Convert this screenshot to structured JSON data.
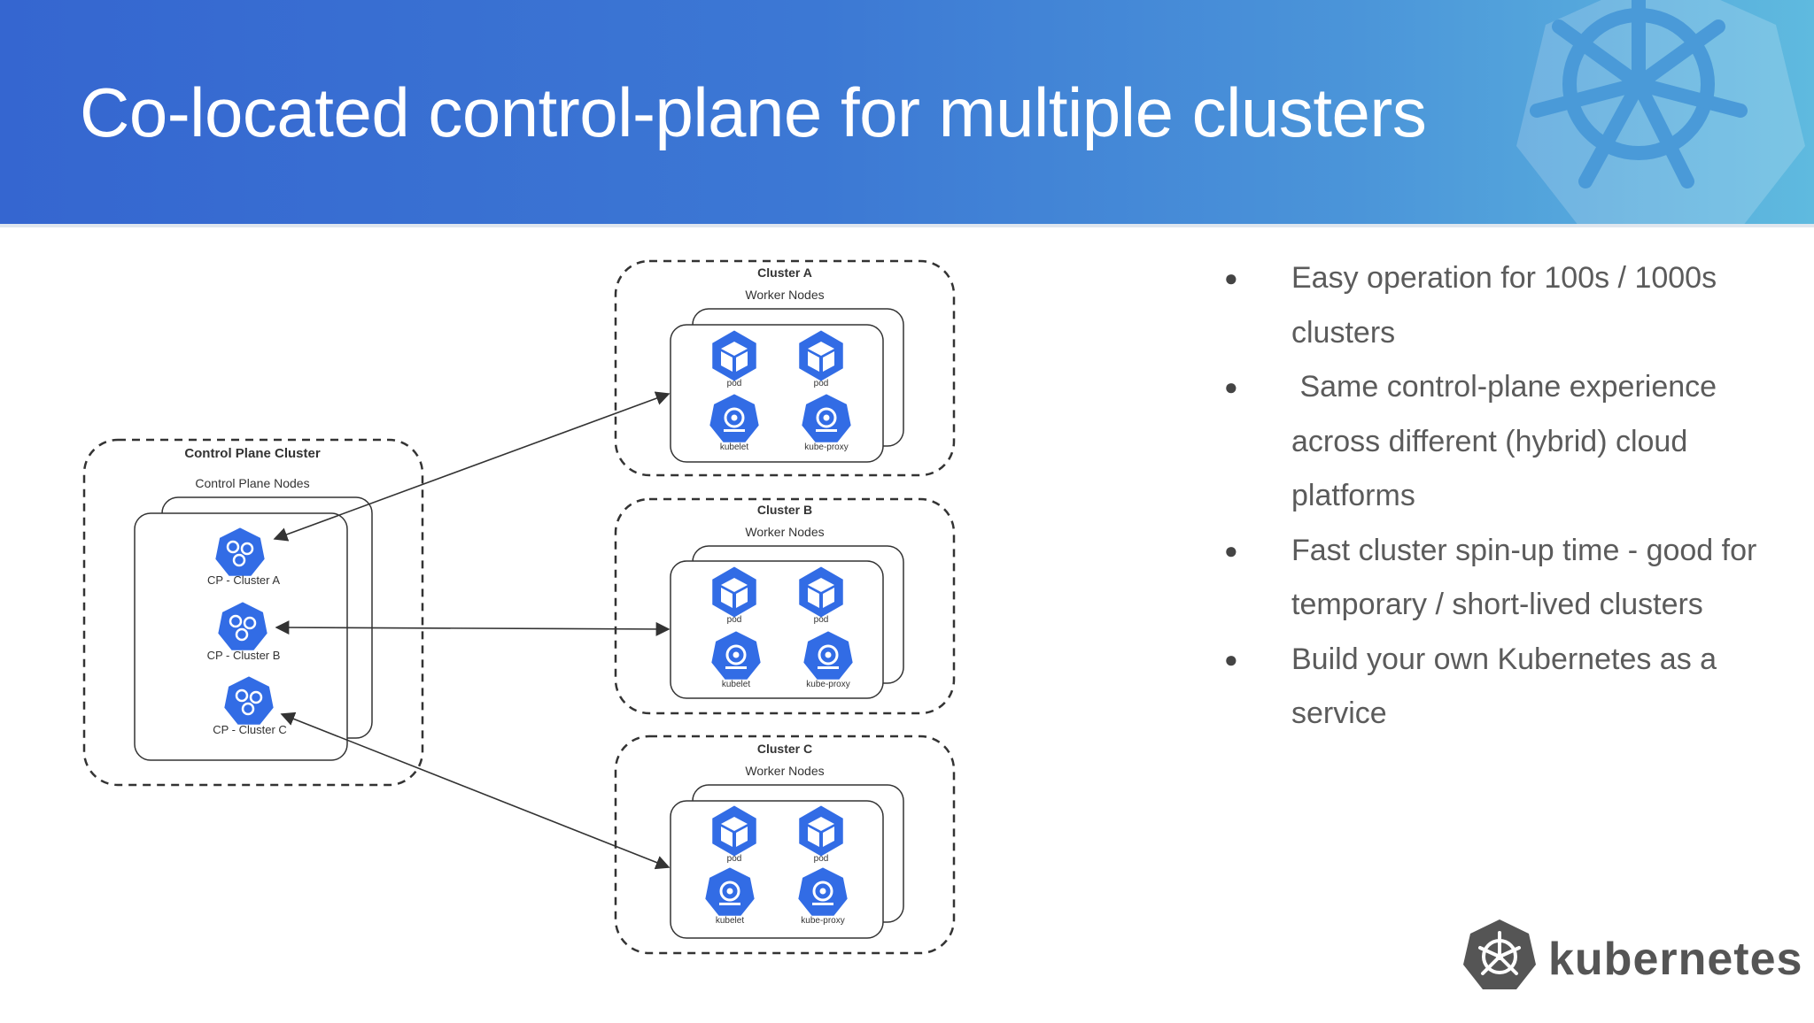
{
  "slide": {
    "title": "Co-located control-plane for multiple clusters"
  },
  "bullets": [
    "Easy operation for 100s / 1000s clusters",
    " Same control-plane experience across different (hybrid) cloud platforms",
    "Fast cluster spin-up time - good for temporary / short-lived clusters",
    "Build your own Kubernetes as a service"
  ],
  "diagram": {
    "control_plane": {
      "title": "Control Plane Cluster",
      "subtitle": "Control Plane Nodes",
      "items": [
        "CP - Cluster A",
        "CP - Cluster B",
        "CP - Cluster C"
      ]
    },
    "clusters": [
      {
        "title": "Cluster A",
        "subtitle": "Worker Nodes",
        "nodes": [
          "pod",
          "pod",
          "kubelet",
          "kube-proxy"
        ]
      },
      {
        "title": "Cluster B",
        "subtitle": "Worker Nodes",
        "nodes": [
          "pod",
          "pod",
          "kubelet",
          "kube-proxy"
        ]
      },
      {
        "title": "Cluster C",
        "subtitle": "Worker Nodes",
        "nodes": [
          "pod",
          "pod",
          "kubelet",
          "kube-proxy"
        ]
      }
    ]
  },
  "brand": {
    "wordmark": "kubernetes"
  },
  "colors": {
    "k8s_blue": "#326ce5",
    "header_start": "#3566d0",
    "header_end": "#5fbadf",
    "bullet_text": "#5b5b5b"
  },
  "icons": [
    "kubernetes-helm-icon",
    "pod-cube-icon",
    "control-plane-icon",
    "kubelet-icon",
    "kube-proxy-icon"
  ]
}
